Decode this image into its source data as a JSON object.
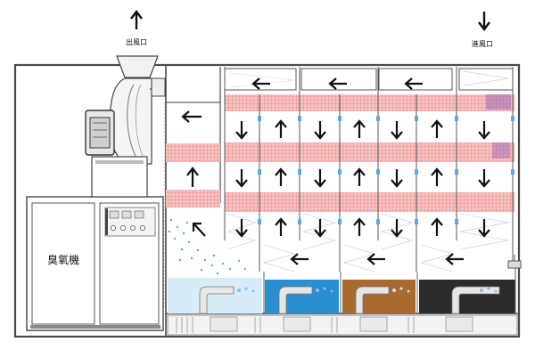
{
  "labels": {
    "outlet": "出風口",
    "inlet": "進風口",
    "ozone_machine": "臭氧機"
  },
  "icons": {
    "outlet_arrow": "arrow-up-icon",
    "inlet_arrow": "arrow-down-icon"
  },
  "colors": {
    "frame": "#4a4a4a",
    "filter_pink": "#f2a7a7",
    "filter_grid": "#e05c5c",
    "tank_blue": "#2a8fd0",
    "tank_brown": "#a86a2e",
    "tank_black": "#2b2b2b",
    "tank_light": "#d7ecf8",
    "mist": "#5aa9e6",
    "purple": "#7d3f98"
  }
}
